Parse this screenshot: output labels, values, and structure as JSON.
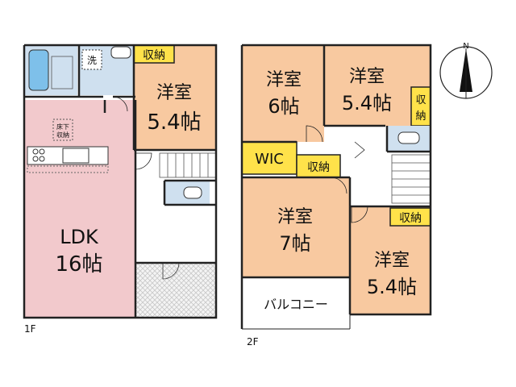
{
  "floor1": {
    "label": "1F",
    "ldk_line1": "LDK",
    "ldk_line2": "16帖",
    "underfloor_line1": "床下",
    "underfloor_line2": "収納",
    "wash_label": "洗",
    "closet_label": "収納",
    "room_line1": "洋室",
    "room_line2": "5.4帖"
  },
  "floor2": {
    "label": "2F",
    "room_a_line1": "洋室",
    "room_a_line2": "6帖",
    "room_b_line1": "洋室",
    "room_b_line2": "5.4帖",
    "room_b_closet": "収納",
    "wic_label": "WIC",
    "hall_closet": "収納",
    "room_c_line1": "洋室",
    "room_c_line2": "7帖",
    "room_d_closet": "収納",
    "room_d_line1": "洋室",
    "room_d_line2": "5.4帖",
    "balcony_label": "バルコニー"
  },
  "compass": {
    "north_label": "N"
  },
  "colors": {
    "ldk": "#f2c9cc",
    "room": "#f8c9a0",
    "closet": "#ffe24a",
    "wet": "#cfe0ef",
    "wall": "#222222"
  }
}
